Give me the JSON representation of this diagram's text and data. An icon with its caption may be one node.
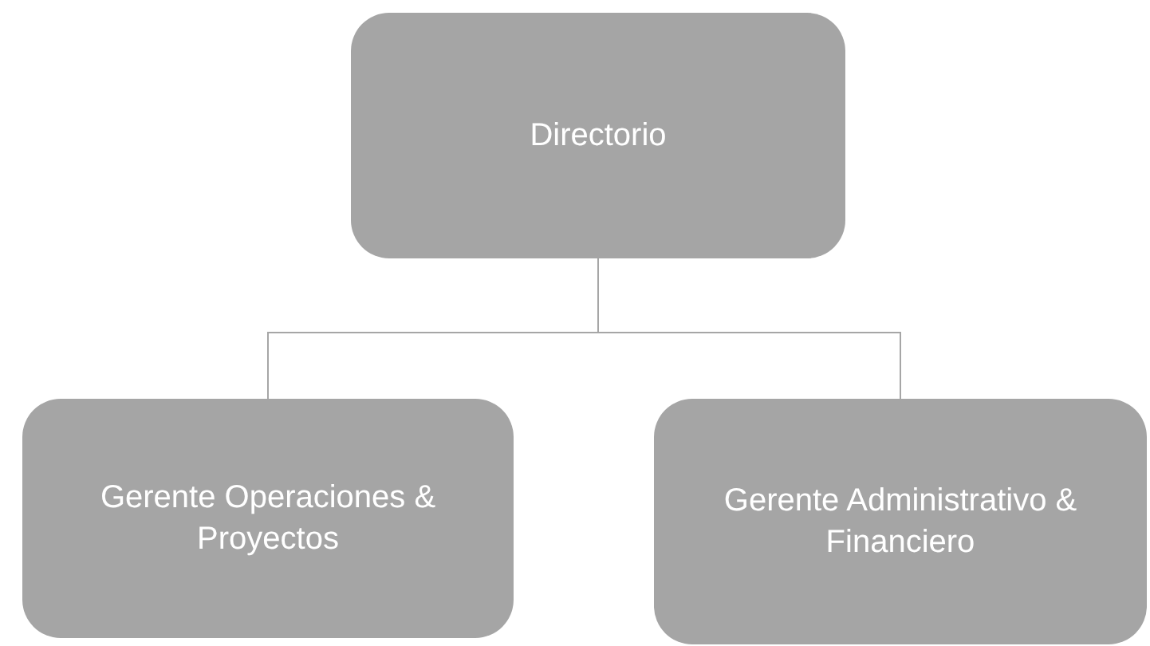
{
  "diagram": {
    "nodes": [
      {
        "text": [
          "Directorio"
        ]
      },
      {
        "text": [
          "Gerente Operaciones & Proyectos"
        ]
      },
      {
        "text": [
          "Gerente Administrativo & Financiero"
        ]
      }
    ],
    "edges": [
      {
        "from": 0,
        "to": 1,
        "arrow": "none"
      },
      {
        "from": 0,
        "to": 2,
        "arrow": "none"
      }
    ]
  }
}
